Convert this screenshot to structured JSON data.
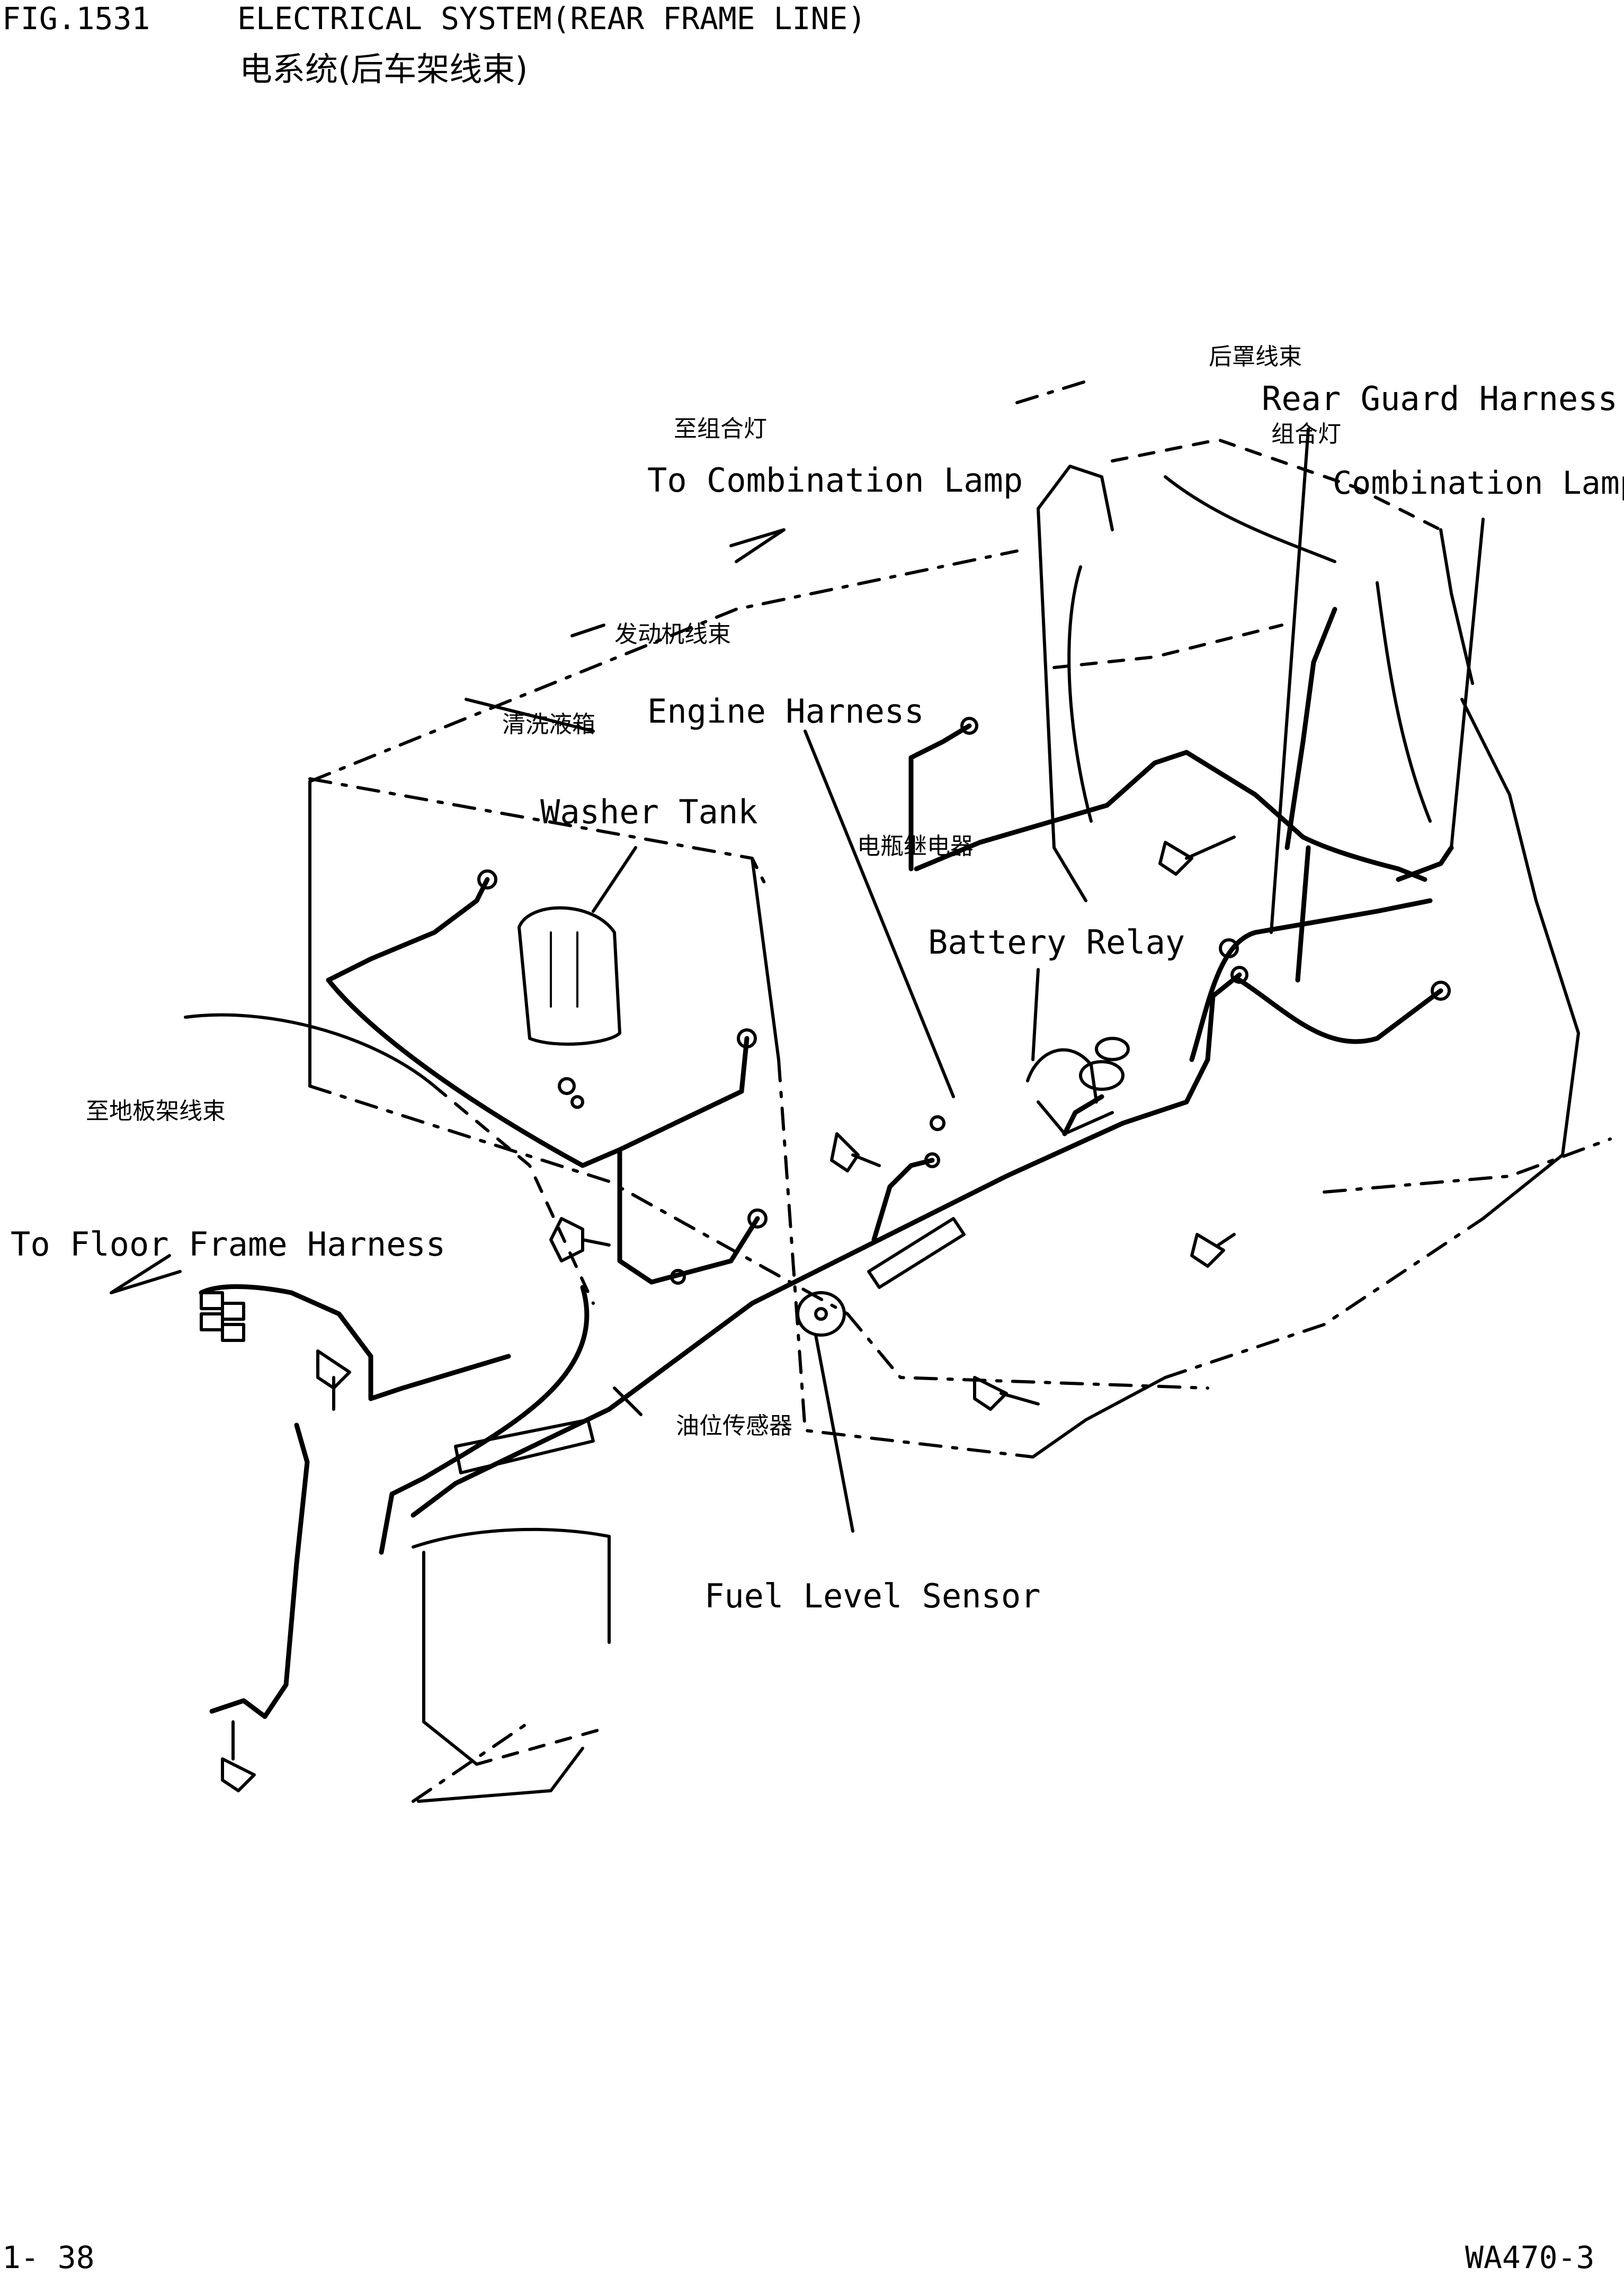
{
  "header": {
    "fig_number": "FIG.1531",
    "title_en": "ELECTRICAL SYSTEM(REAR FRAME LINE)",
    "title_cn": "电系统(后车架线束)"
  },
  "callouts": {
    "rear_guard_harness": {
      "cn": "后罩线束",
      "en": "Rear Guard Harness"
    },
    "combination_lamp_right": {
      "cn": "组合灯",
      "en": "Combination Lamp"
    },
    "to_combination_lamp": {
      "cn": "至组合灯",
      "en": "To Combination Lamp"
    },
    "engine_harness": {
      "cn": "发动机线束",
      "en": "Engine Harness"
    },
    "washer_tank": {
      "cn": "清洗液箱",
      "en": "Washer Tank"
    },
    "battery_relay": {
      "cn": "电瓶继电器",
      "en": "Battery Relay"
    },
    "to_floor_frame_harness": {
      "cn": "至地板架线束",
      "en": "To Floor Frame Harness"
    },
    "fuel_level_sensor": {
      "cn": "油位传感器",
      "en": "Fuel Level Sensor"
    }
  },
  "footer": {
    "page": "1- 38",
    "model": "WA470-3"
  }
}
